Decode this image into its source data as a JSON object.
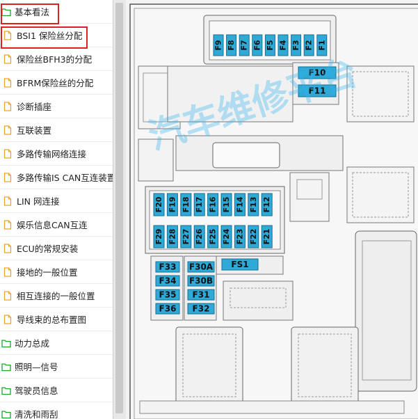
{
  "sidebar": {
    "items": [
      {
        "label": "基本看法",
        "kind": "folder-open"
      },
      {
        "label": "BSI1 保险丝分配",
        "kind": "doc"
      },
      {
        "label": "保险丝BFH3的分配",
        "kind": "doc"
      },
      {
        "label": "BFRM保险丝的分配",
        "kind": "doc"
      },
      {
        "label": "诊断插座",
        "kind": "doc"
      },
      {
        "label": "互联装置",
        "kind": "doc"
      },
      {
        "label": "多路传输网络连接",
        "kind": "doc"
      },
      {
        "label": "多路传输IS CAN互连装置",
        "kind": "doc"
      },
      {
        "label": "LIN 网连接",
        "kind": "doc"
      },
      {
        "label": "娱乐信息CAN互连",
        "kind": "doc"
      },
      {
        "label": "ECU的常规安装",
        "kind": "doc"
      },
      {
        "label": "接地的一般位置",
        "kind": "doc"
      },
      {
        "label": "相互连接的一般位置",
        "kind": "doc"
      },
      {
        "label": "导线束的总布置图",
        "kind": "doc"
      },
      {
        "label": "动力总成",
        "kind": "folder"
      },
      {
        "label": "照明—信号",
        "kind": "folder"
      },
      {
        "label": "驾驶员信息",
        "kind": "folder"
      },
      {
        "label": "清洗和雨刮",
        "kind": "folder"
      }
    ]
  },
  "diagram": {
    "watermark": "汽车维修平台",
    "top_fuses": [
      "F9",
      "F8",
      "F7",
      "F6",
      "F5",
      "F4",
      "F3",
      "F2",
      "F1"
    ],
    "side_fuses": [
      "F10",
      "F11"
    ],
    "mid_row1": [
      "F20",
      "F19",
      "F18",
      "F17",
      "F16",
      "F15",
      "F14",
      "F13",
      "F12"
    ],
    "mid_row2": [
      "F29",
      "F28",
      "F27",
      "F26",
      "F25",
      "F24",
      "F23",
      "F22",
      "F21"
    ],
    "fs_label": "FS1",
    "left_col": [
      "F33",
      "F34",
      "F35",
      "F36"
    ],
    "right_col": [
      "F30A",
      "F30B",
      "F31",
      "F32"
    ]
  },
  "colors": {
    "fuse_fill": "#2fa9d6",
    "highlight": "#e02020",
    "folder": "#1aa32a",
    "doc": "#e9a42f"
  },
  "icons": {
    "folder": "folder-icon",
    "doc": "document-icon"
  }
}
